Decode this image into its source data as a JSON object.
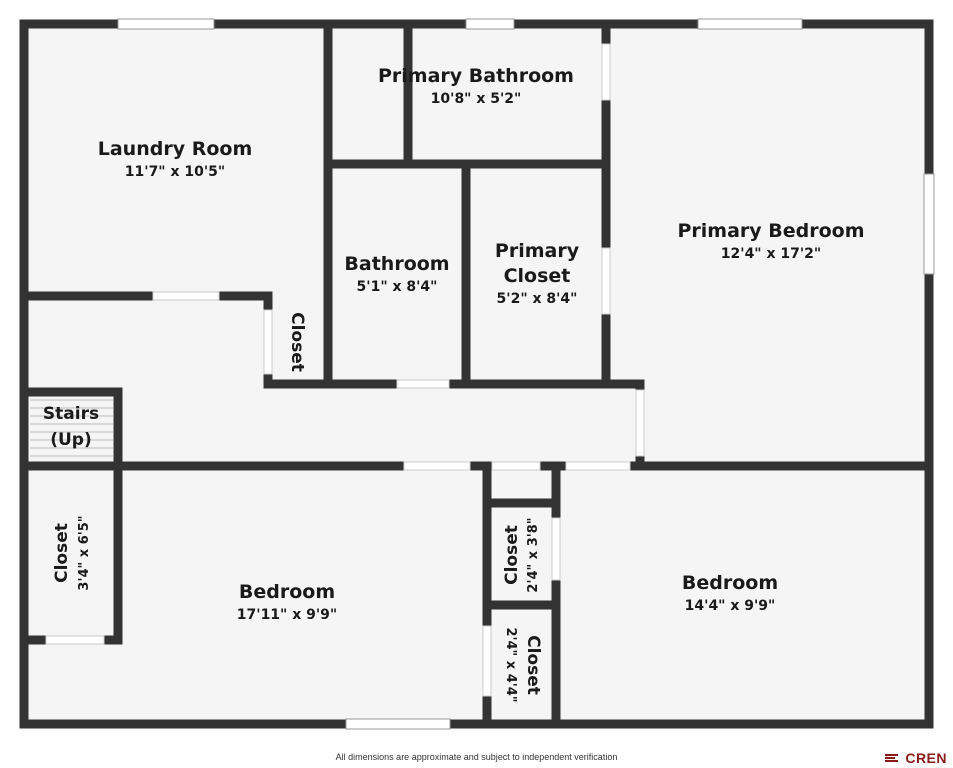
{
  "rooms": {
    "laundry": {
      "name": "Laundry Room",
      "dim": "11'7\" x 10'5\""
    },
    "primary_bath": {
      "name": "Primary Bathroom",
      "dim": "10'8\" x 5'2\""
    },
    "primary_bed": {
      "name": "Primary Bedroom",
      "dim": "12'4\" x 17'2\""
    },
    "bathroom": {
      "name": "Bathroom",
      "dim": "5'1\" x 8'4\""
    },
    "primary_closet": {
      "name_line1": "Primary",
      "name_line2": "Closet",
      "dim": "5'2\" x 8'4\""
    },
    "hall_closet": {
      "name": "Closet"
    },
    "stairs": {
      "name_line1": "Stairs",
      "name_line2": "(Up)"
    },
    "left_closet": {
      "name": "Closet",
      "dim": "3'4\" x 6'5\""
    },
    "bedroom_left": {
      "name": "Bedroom",
      "dim": "17'11\" x 9'9\""
    },
    "mid_closet_top": {
      "name": "Closet",
      "dim": "2'4\" x 3'8\""
    },
    "mid_closet_bottom": {
      "name": "Closet",
      "dim": "2'4\" x 4'4\""
    },
    "bedroom_right": {
      "name": "Bedroom",
      "dim": "14'4\" x 9'9\""
    }
  },
  "footer": {
    "disclaimer": "All dimensions are approximate and subject to independent verification",
    "logo": "CREN"
  },
  "colors": {
    "wall": "#333333",
    "floor": "#f5f5f5",
    "logo": "#8b1a1a"
  }
}
